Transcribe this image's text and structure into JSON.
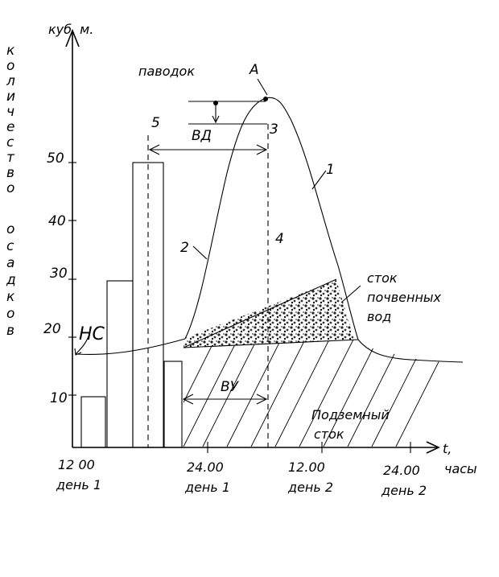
{
  "y_axis": {
    "unit": "куб. м.",
    "vertical_title_letters": [
      "к",
      "о",
      "л",
      "и",
      "ч",
      "е",
      "с",
      "т",
      "в",
      "о",
      "о",
      "с",
      "а",
      "д",
      "к",
      "о",
      "в"
    ],
    "ticks": [
      "10",
      "20",
      "30",
      "40",
      "50"
    ]
  },
  "x_axis": {
    "unit_t": "t,",
    "unit_hours": "часы",
    "ticks": [
      {
        "time": "12 00",
        "day": "день 1"
      },
      {
        "time": "24.00",
        "day": "день 1"
      },
      {
        "time": "12.00",
        "day": "день 2"
      },
      {
        "time": "24.00",
        "day": "день 2"
      }
    ]
  },
  "labels": {
    "flood": "паводок",
    "peak": "А",
    "vd": "ВД",
    "vu": "ВУ",
    "n3": "3",
    "n5": "5",
    "n1": "1",
    "n2": "2",
    "n4": "4",
    "nc": "НС",
    "soil_line1": "сток",
    "soil_line2": "почвенных",
    "soil_line3": "вод",
    "ground_line1": "Подземный",
    "ground_line2": "сток"
  },
  "precipitation_bars": [
    10,
    30,
    50,
    16
  ]
}
